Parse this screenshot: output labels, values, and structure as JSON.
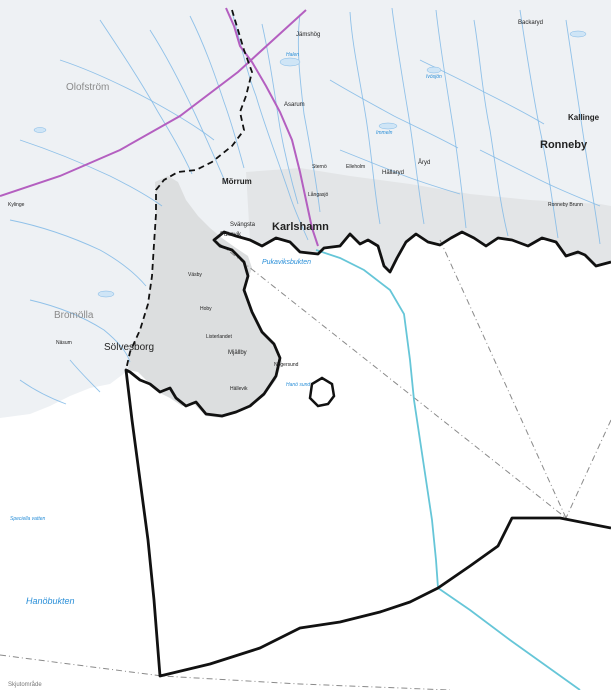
{
  "colors": {
    "sea": "#ffffff",
    "land": "#eef1f4",
    "municipality": "#dcdedf",
    "river": "#7fb8e6",
    "road": "#b45fc0",
    "border_bold": "#111111",
    "border_dashed": "#111111",
    "fairway": "#66c6d8",
    "sightline": "#8a8a8a"
  },
  "places": {
    "karlshamn": "Karlshamn",
    "ronneby": "Ronneby",
    "solvesborg": "Sölvesborg",
    "olofstrom": "Olofström",
    "bromolla": "Bromölla",
    "morrum": "Mörrum",
    "kallinge": "Kallinge",
    "backaryd": "Backaryd",
    "asarum": "Asarum",
    "svangsta": "Svängsta",
    "jamshog": "Jämshög",
    "pukavik": "Pukavik",
    "elleholm": "Elleholm",
    "hallaryd": "Hällaryd",
    "sternö": "Sternö",
    "langasjo": "Långasjö",
    "mjallby": "Mjällby",
    "hallevik": "Hällevik",
    "nogersund": "Nogersund",
    "listerlandet": "Listerlandet",
    "arby": "Åryd",
    "hoby": "Hoby",
    "vasby": "Väsby",
    "nasum": "Näsum",
    "kylinge": "Kylinge",
    "ronneby_brunn": "Ronneby Brunn"
  },
  "regions": {
    "olofstrom_area": "Olofström",
    "bromolla_area": "Bromölla"
  },
  "waters": {
    "pukaviksbukten": "Pukaviksbukten",
    "hanobukten": "Hanöbukten",
    "spesala_vatten": "Speciella vatten",
    "hanö_sund": "Hanö sund",
    "lake_1": "Halen",
    "lake_2": "Immeln",
    "lake_3": "Ivösjön"
  },
  "footer": {
    "area_label": "Skjutområde"
  }
}
